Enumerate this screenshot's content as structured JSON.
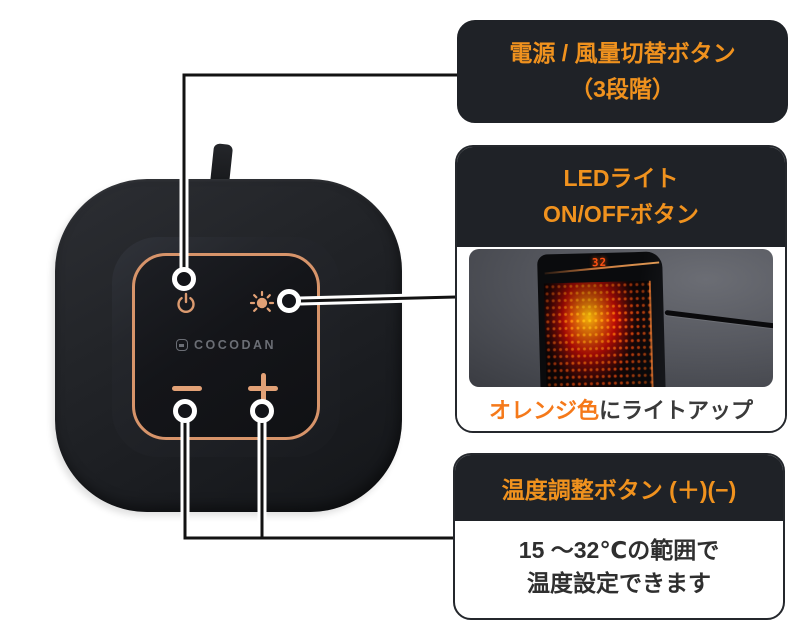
{
  "colors": {
    "accent_orange": "#F0921E",
    "caption_orange": "#F5791A",
    "box_dark": "#1F2227",
    "copper": "#D7946A",
    "body_text": "#2F2F2F",
    "device_black": "#1B1D21"
  },
  "device": {
    "brand": "COCODAN",
    "icons": {
      "power": "power-icon",
      "light": "led-light-icon",
      "minus": "minus-icon",
      "plus": "plus-icon"
    }
  },
  "callouts": {
    "power": {
      "line1": "電源 / 風量切替ボタン",
      "line2": "（3段階）"
    },
    "led": {
      "line1": "LEDライト",
      "line2": "ON/OFFボタン",
      "photo_display_value": "32",
      "caption_highlight": "オレンジ色",
      "caption_rest": "にライトアップ"
    },
    "temp": {
      "header": "温度調整ボタン (＋)(−)",
      "body_line1": "15 ～32℃の範囲で",
      "body_line2": "温度設定できます"
    }
  }
}
